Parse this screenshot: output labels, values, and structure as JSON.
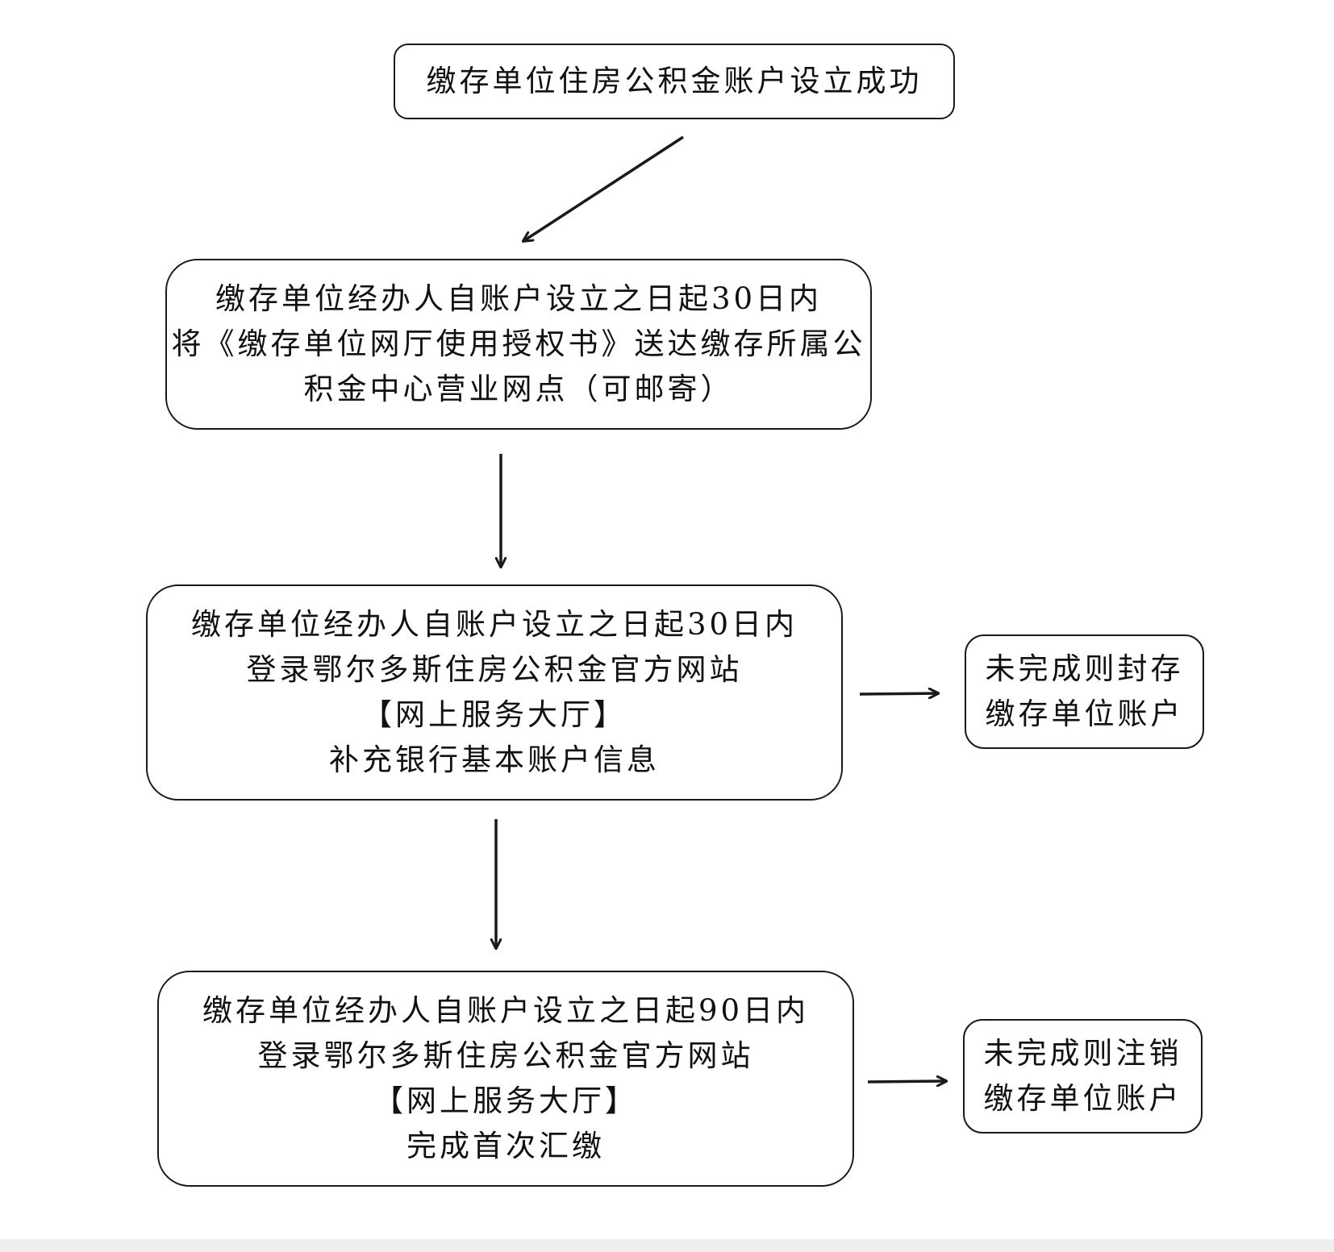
{
  "diagram": {
    "nodes": [
      {
        "id": "account-established",
        "lines": [
          "缴存单位住房公积金账户设立成功"
        ]
      },
      {
        "id": "deliver-authorization",
        "lines": [
          "缴存单位经办人自账户设立之日起30日内",
          "将《缴存单位网厅使用授权书》送达缴存所属公",
          "积金中心营业网点（可邮寄）"
        ]
      },
      {
        "id": "add-bank-account",
        "lines": [
          "缴存单位经办人自账户设立之日起30日内",
          "登录鄂尔多斯住房公积金官方网站",
          "【网上服务大厅】",
          "补充银行基本账户信息"
        ]
      },
      {
        "id": "seal-account",
        "lines": [
          "未完成则封存",
          "缴存单位账户"
        ]
      },
      {
        "id": "first-payment",
        "lines": [
          "缴存单位经办人自账户设立之日起90日内",
          "登录鄂尔多斯住房公积金官方网站",
          "【网上服务大厅】",
          "完成首次汇缴"
        ]
      },
      {
        "id": "cancel-account",
        "lines": [
          "未完成则注销",
          "缴存单位账户"
        ]
      }
    ],
    "edges": [
      {
        "from": "account-established",
        "to": "deliver-authorization"
      },
      {
        "from": "deliver-authorization",
        "to": "add-bank-account"
      },
      {
        "from": "add-bank-account",
        "to": "seal-account"
      },
      {
        "from": "add-bank-account",
        "to": "first-payment"
      },
      {
        "from": "first-payment",
        "to": "cancel-account"
      }
    ],
    "colors": {
      "stroke": "#1a1a1a",
      "text": "#111111",
      "background": "#ffffff"
    }
  }
}
